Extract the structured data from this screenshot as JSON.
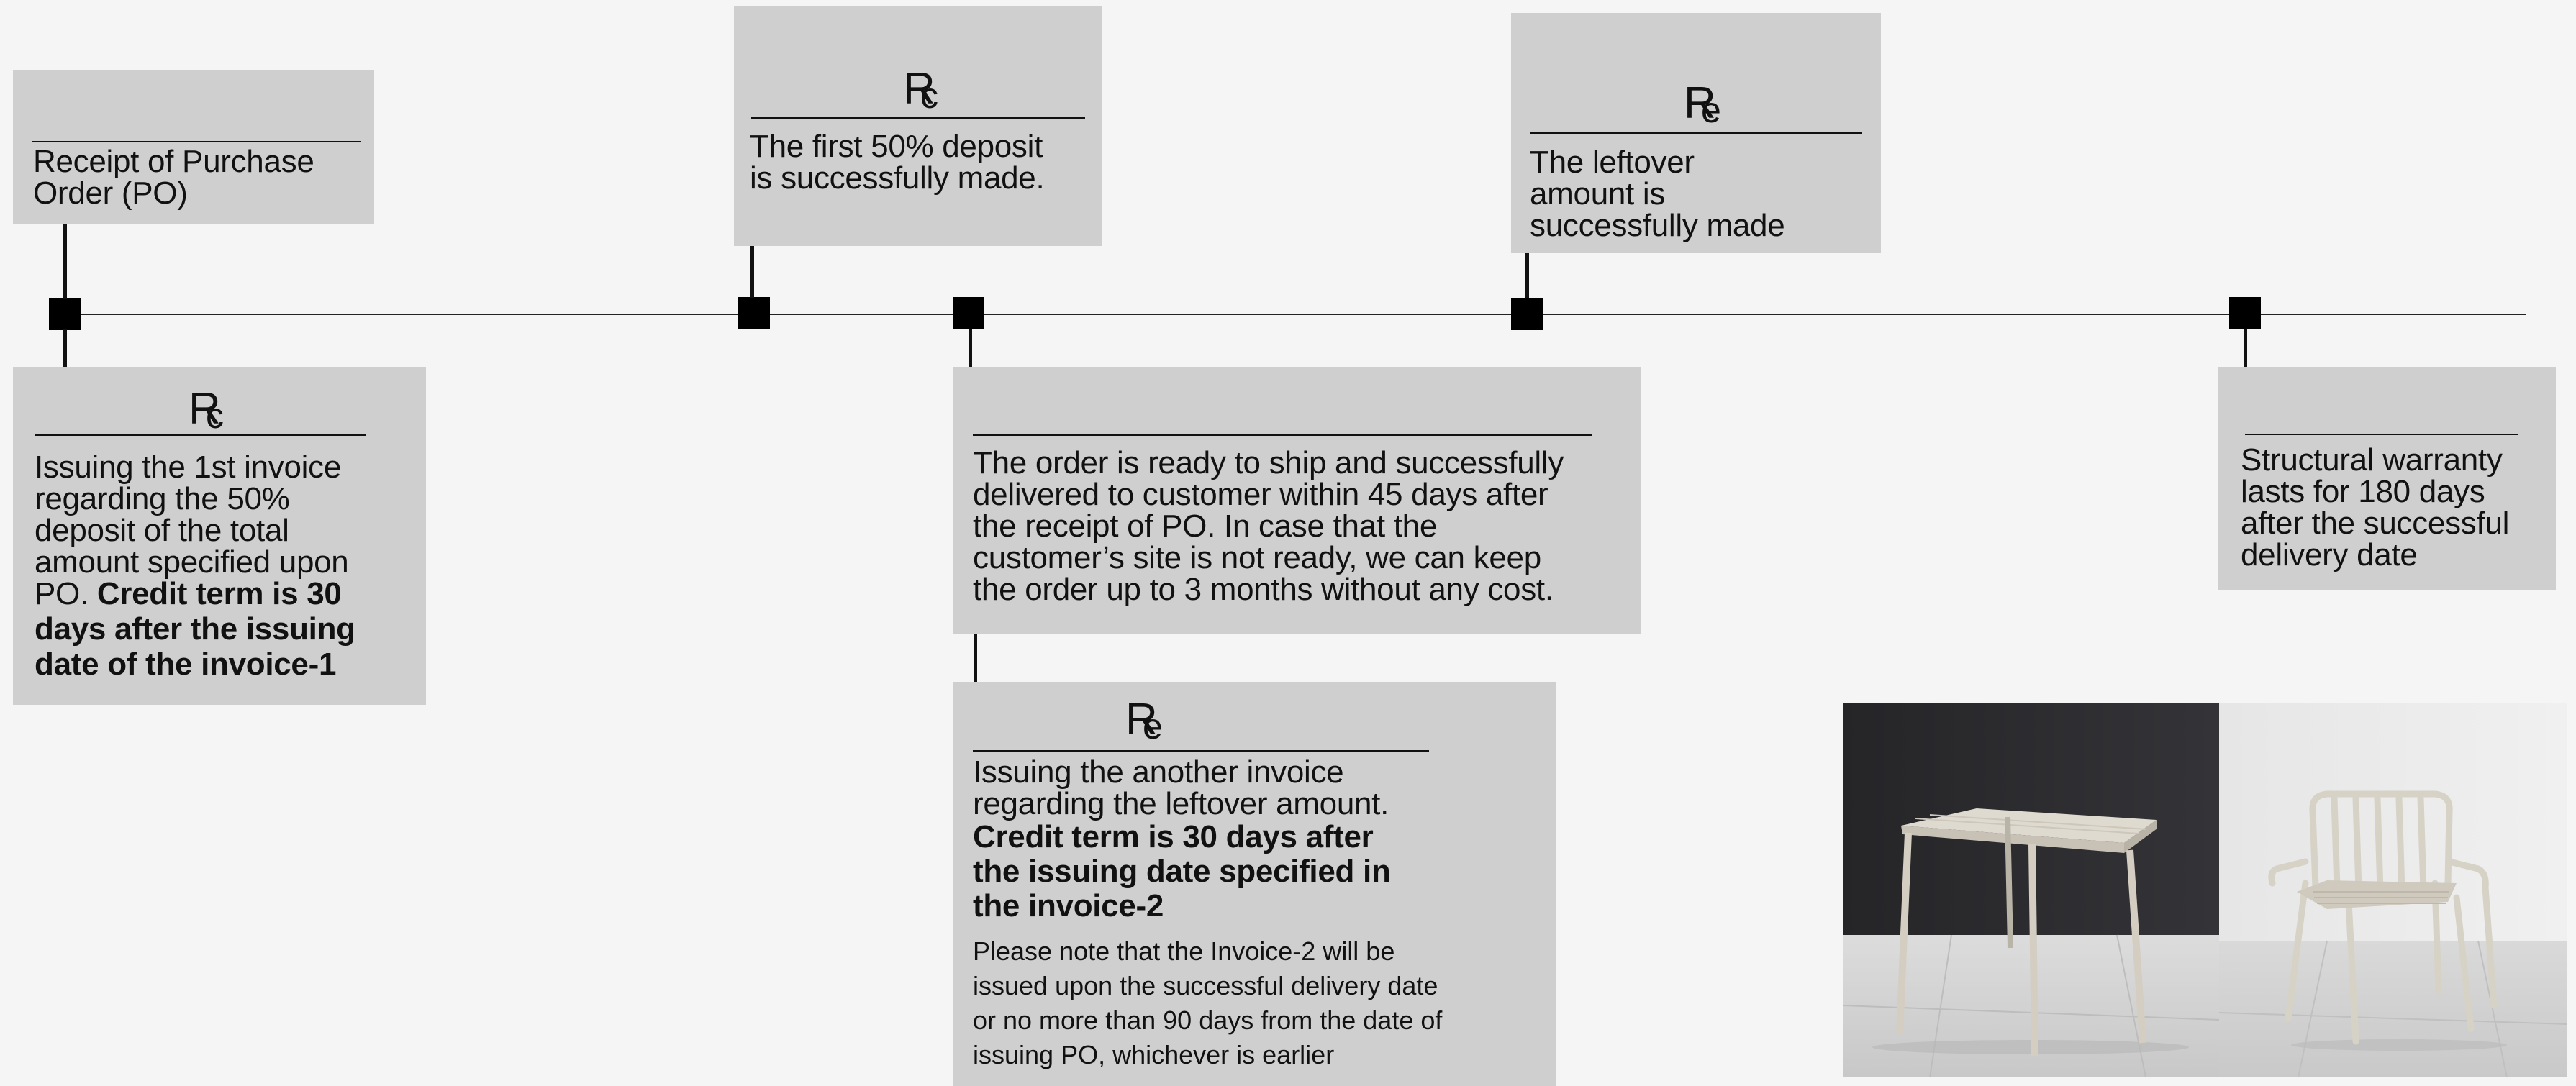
{
  "timeline": {
    "po_receipt": {
      "line1": "Receipt of Purchase",
      "line2": "Order (PO)"
    },
    "invoice1": {
      "logo": "Rc",
      "lines": [
        "Issuing the 1st invoice",
        "regarding the 50%",
        "deposit of the total",
        "amount specified upon"
      ],
      "line5_regular": "PO. ",
      "line5_bold": "Credit term is 30",
      "bold_lines": [
        "days after the issuing",
        "date of the invoice-1"
      ]
    },
    "deposit": {
      "logo": "Rc",
      "line1": "The first 50% deposit",
      "line2": "is successfully made."
    },
    "delivery": {
      "lines": [
        "The order is ready to ship and successfully",
        "delivered to customer within 45 days after",
        "the receipt of PO. In case that the",
        "customer’s site is not ready, we can keep",
        "the order up to 3 months without any cost."
      ]
    },
    "invoice2": {
      "logo": "Re",
      "lines": [
        "Issuing the another invoice",
        "regarding the leftover amount."
      ],
      "bold_lines": [
        "Credit term is 30 days after",
        "the issuing date specified in",
        "the invoice-2"
      ],
      "note_lines": [
        "Please note that the Invoice-2 will be",
        "issued upon the successful delivery date",
        "or no more than 90 days from the date of",
        "issuing PO, whichever is earlier"
      ]
    },
    "leftover": {
      "logo": "Re",
      "lines": [
        "The leftover",
        "amount is",
        "successfully made"
      ]
    },
    "warranty": {
      "lines": [
        "Structural warranty",
        "lasts for 180 days",
        "after the successful",
        "delivery date"
      ]
    }
  },
  "photos": [
    "table-photo",
    "chair-photo"
  ],
  "colors": {
    "background": "#f5f5f5",
    "box": "#cfcfcf",
    "line": "#111111"
  }
}
